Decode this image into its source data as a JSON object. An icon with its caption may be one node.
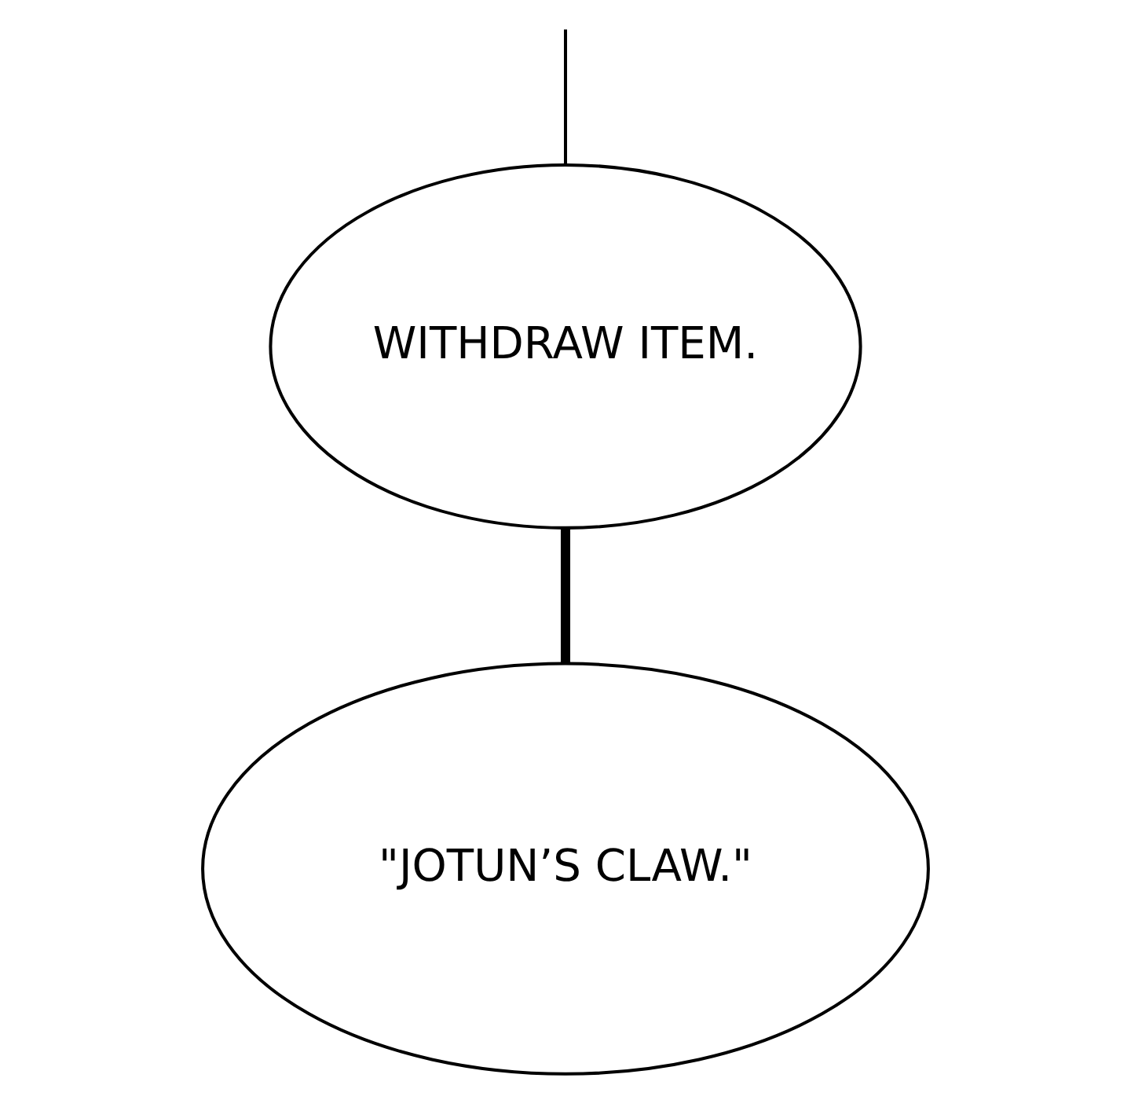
{
  "diagram": {
    "nodes": [
      {
        "text": [
          "WITHDRAW ITEM."
        ]
      },
      {
        "text": [
          "\"JOTUN’S CLAW.\""
        ]
      }
    ],
    "edges": [
      {
        "from": null,
        "to": 0,
        "arrow": "none"
      },
      {
        "from": 0,
        "to": 1,
        "arrow": "none",
        "style": "thick"
      }
    ]
  }
}
